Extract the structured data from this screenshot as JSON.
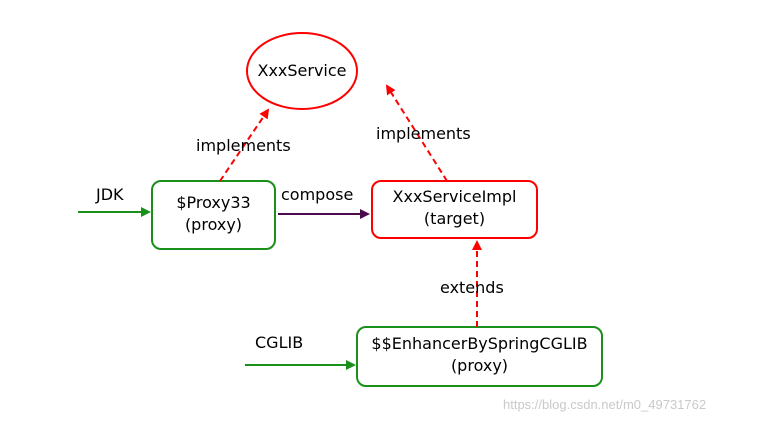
{
  "nodes": {
    "xxx_service": {
      "label": "XxxService"
    },
    "proxy33": {
      "line1": "$Proxy33",
      "line2": "(proxy)"
    },
    "service_impl": {
      "line1": "XxxServiceImpl",
      "line2": "(target)"
    },
    "cglib_proxy": {
      "line1": "$$EnhancerBySpringCGLIB",
      "line2": "(proxy)"
    }
  },
  "edges": {
    "implements_left": "implements",
    "implements_right": "implements",
    "compose": "compose",
    "extends": "extends"
  },
  "inputs": {
    "jdk": "JDK",
    "cglib": "CGLIB"
  },
  "watermark": "https://blog.csdn.net/m0_49731762",
  "colors": {
    "interface": "#ff0000",
    "target": "#ff0000",
    "proxy": "#1a8f1a",
    "dashed_arrow": "#ff0000",
    "compose_arrow": "#4b0a4b",
    "entry_arrow": "#1a8f1a"
  }
}
